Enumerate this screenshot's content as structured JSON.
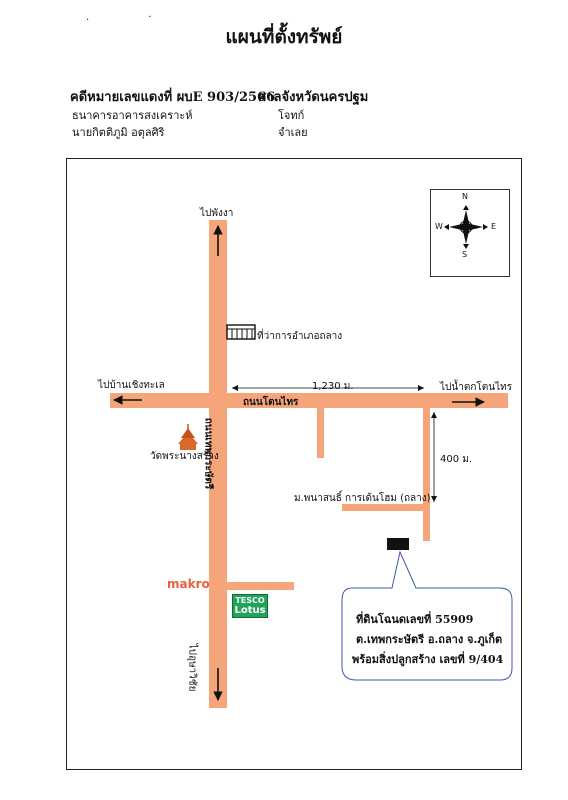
{
  "title": "แผนที่ตั้งทรัพย์",
  "marks": ". ·",
  "case": {
    "number": "คดีหมายเลขแดงที่ ผบE 903/2566",
    "court": "ศาลจังหวัดนครปฐม",
    "plaintiff": "ธนาคารอาคารสงเคราะห์",
    "plaintiff_role": "โจทก์",
    "defendant": "นายกิตติภูมิ อตุลศิริ",
    "defendant_role": "จำเลย"
  },
  "map": {
    "labels": {
      "to_phang_nga": "ไปพังงา",
      "district_office": "ที่ว่าการอำเภอถลาง",
      "to_ban_choeng_thale": "ไปบ้านเชิงทะเล",
      "distance_1": "1,230 ม.",
      "to_namtok_ton_sai": "ไปน้ำตกโตนไทร",
      "road_ton_sai": "ถนนโตนไทร",
      "road_thepkrasattri": "ถนนเทพกระษัตรี",
      "wat_phra_nang_sang": "วัดพระนางสร้าง",
      "distance_2": "400 ม.",
      "moo_village": "ม.พนาสนธิ์ การเด้นโฮม (ถลาง)",
      "makro": "makro",
      "tesco_line1": "TESCO",
      "tesco_line2": "Lotus",
      "to_surat_thani": "ไปอุษาวิชัย"
    },
    "compass": {
      "n": "N",
      "s": "S",
      "e": "E",
      "w": "W"
    },
    "property": {
      "line1": "ที่ดินโฉนดเลขที่ 55909",
      "line2": "ต.เทพกระษัตรี อ.ถลาง จ.ภูเก็ต",
      "line3": "พร้อมสิ่งปลูกสร้าง เลขที่ 9/404"
    },
    "colors": {
      "road": "#f4a57a",
      "makro": "#e8603c",
      "tesco": "#21a35a"
    }
  }
}
